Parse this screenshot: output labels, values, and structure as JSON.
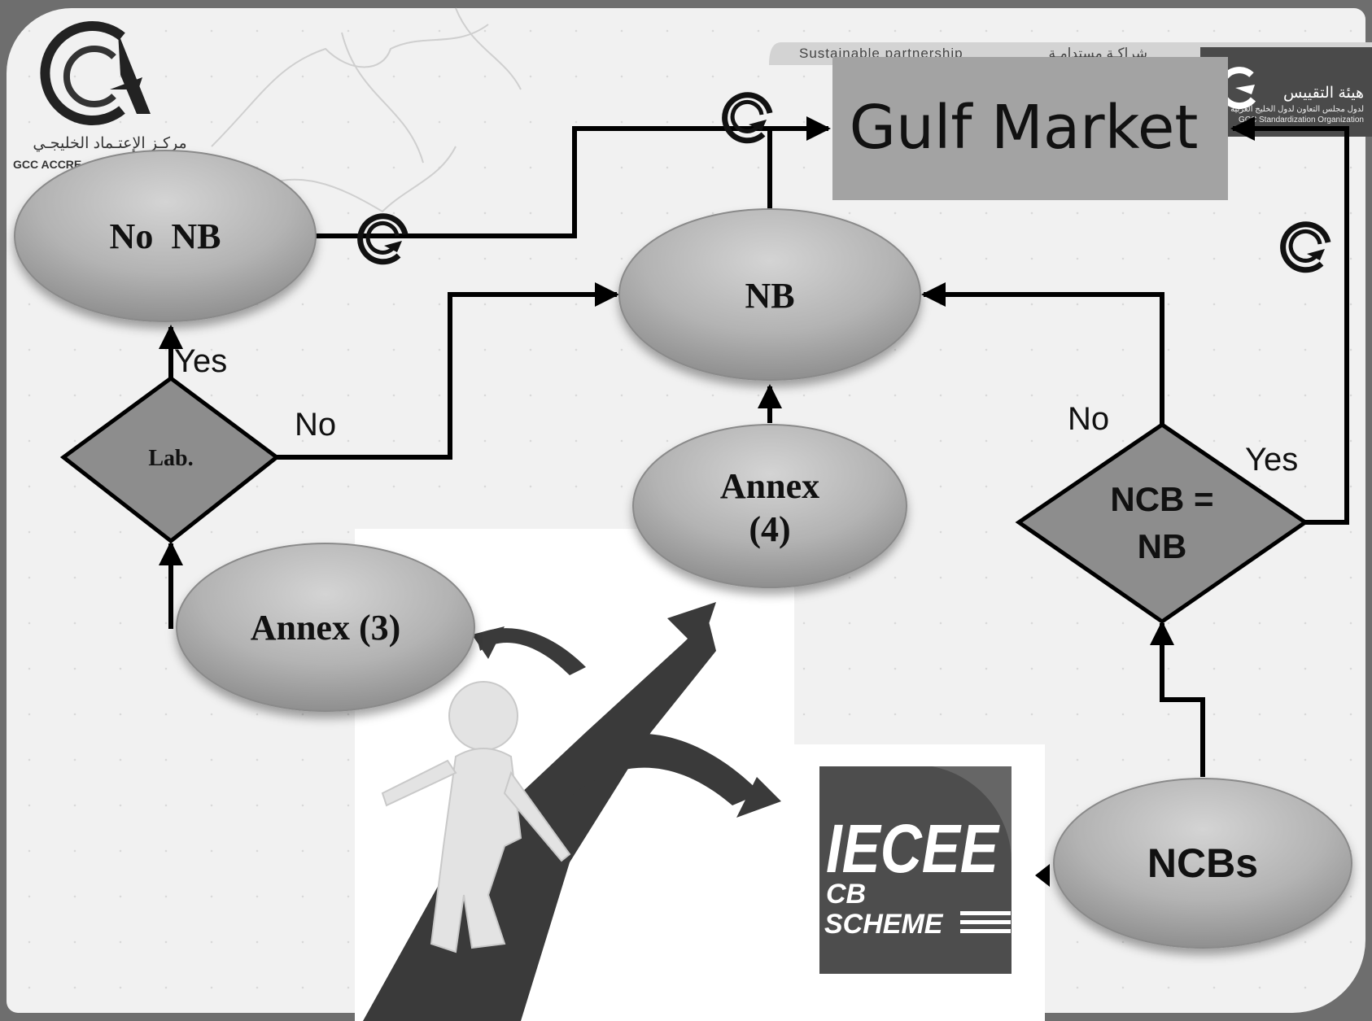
{
  "header": {
    "left_logo_arabic": "مركـز الإعتـماد الخليجـي",
    "left_logo_english": "GCC ACCRE",
    "banner_english": "Sustainable partnership",
    "banner_arabic": "شراكـة مستدامـة",
    "right_logo_arabic": "هيئة التقييس",
    "right_logo_subtitle_arabic": "لدول مجلس التعاون لدول الخليج العربية",
    "right_logo_english": "GCC Standardization Organization"
  },
  "nodes": {
    "gulf_market": "Gulf Market",
    "no_nb": "No  NB",
    "nb": "NB",
    "lab": "Lab.",
    "annex3": "Annex (3)",
    "annex4_line1": "Annex",
    "annex4_line2": "(4)",
    "ncb_eq_line1": "NCB =",
    "ncb_eq_line2": "NB",
    "ncbs": "NCBs"
  },
  "edge_labels": {
    "lab_yes": "Yes",
    "lab_no": "No",
    "ncb_no": "No",
    "ncb_yes": "Yes"
  },
  "iecee": {
    "title": "IECEE",
    "cb": "CB",
    "scheme": "SCHEME"
  },
  "icons": [
    "gcc-accreditation-logo",
    "gso-logo",
    "small-c-mark-icon",
    "crossroads-figure-image"
  ]
}
